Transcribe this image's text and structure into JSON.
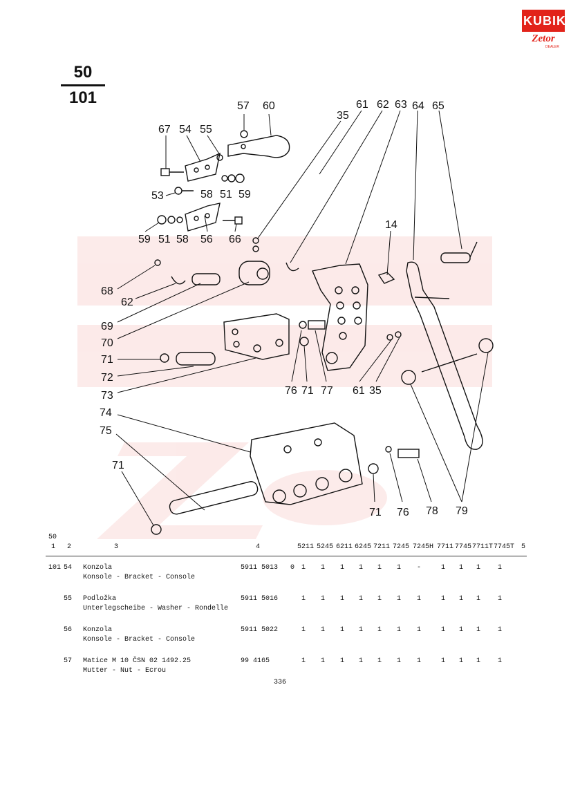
{
  "brand": {
    "logo_word": "KUBIK",
    "logo_sub": "Zetor",
    "logo_tag": "DEALER"
  },
  "section": {
    "group": "50",
    "figure": "101"
  },
  "callouts": [
    {
      "id": "c57",
      "label": "57"
    },
    {
      "id": "c60",
      "label": "60"
    },
    {
      "id": "c61a",
      "label": "61"
    },
    {
      "id": "c62a",
      "label": "62"
    },
    {
      "id": "c63",
      "label": "63"
    },
    {
      "id": "c64",
      "label": "64"
    },
    {
      "id": "c65",
      "label": "65"
    },
    {
      "id": "c35a",
      "label": "35"
    },
    {
      "id": "c67",
      "label": "67"
    },
    {
      "id": "c54",
      "label": "54"
    },
    {
      "id": "c55",
      "label": "55"
    },
    {
      "id": "c53",
      "label": "53"
    },
    {
      "id": "c58a",
      "label": "58"
    },
    {
      "id": "c51a",
      "label": "51"
    },
    {
      "id": "c59a",
      "label": "59"
    },
    {
      "id": "c59b",
      "label": "59"
    },
    {
      "id": "c51b",
      "label": "51"
    },
    {
      "id": "c58b",
      "label": "58"
    },
    {
      "id": "c56",
      "label": "56"
    },
    {
      "id": "c66",
      "label": "66"
    },
    {
      "id": "c14",
      "label": "14"
    },
    {
      "id": "c68",
      "label": "68"
    },
    {
      "id": "c62b",
      "label": "62"
    },
    {
      "id": "c69",
      "label": "69"
    },
    {
      "id": "c70",
      "label": "70"
    },
    {
      "id": "c71a",
      "label": "71"
    },
    {
      "id": "c72",
      "label": "72"
    },
    {
      "id": "c73",
      "label": "73"
    },
    {
      "id": "c76a",
      "label": "76"
    },
    {
      "id": "c71b",
      "label": "71"
    },
    {
      "id": "c77",
      "label": "77"
    },
    {
      "id": "c61b",
      "label": "61"
    },
    {
      "id": "c35b",
      "label": "35"
    },
    {
      "id": "c74",
      "label": "74"
    },
    {
      "id": "c75",
      "label": "75"
    },
    {
      "id": "c71c",
      "label": "71"
    },
    {
      "id": "c71d",
      "label": "71"
    },
    {
      "id": "c76b",
      "label": "76"
    },
    {
      "id": "c78",
      "label": "78"
    },
    {
      "id": "c79",
      "label": "79"
    }
  ],
  "table": {
    "group_label": "50",
    "col_headers": {
      "c1": "1",
      "c2": "2",
      "c3": "3",
      "c4": "4",
      "last": "5"
    },
    "models": [
      "5211",
      "5245",
      "6211",
      "6245",
      "7211",
      "7245",
      "7245H",
      "7711",
      "7745",
      "7711T",
      "7745T"
    ],
    "rows": [
      {
        "fig": "101",
        "pos": "54",
        "name": "Konzola",
        "desc": "Konsole - Bracket - Console",
        "part": "5911 5013",
        "extra": "0",
        "qty": [
          "1",
          "1",
          "1",
          "1",
          "1",
          "1",
          "-",
          "1",
          "1",
          "1",
          "1"
        ]
      },
      {
        "fig": "",
        "pos": "55",
        "name": "Podložka",
        "desc": "Unterlegscheibe - Washer - Rondelle",
        "part": "5911 5016",
        "extra": "",
        "qty": [
          "1",
          "1",
          "1",
          "1",
          "1",
          "1",
          "1",
          "1",
          "1",
          "1",
          "1"
        ]
      },
      {
        "fig": "",
        "pos": "56",
        "name": "Konzola",
        "desc": "Konsole - Bracket - Console",
        "part": "5911 5022",
        "extra": "",
        "qty": [
          "1",
          "1",
          "1",
          "1",
          "1",
          "1",
          "1",
          "1",
          "1",
          "1",
          "1"
        ]
      },
      {
        "fig": "",
        "pos": "57",
        "name": "Matice M 10 ČSN 02 1492.25",
        "desc": "Mutter - Nut - Ecrou",
        "part": "99 4165",
        "extra": "",
        "qty": [
          "1",
          "1",
          "1",
          "1",
          "1",
          "1",
          "1",
          "1",
          "1",
          "1",
          "1"
        ]
      }
    ]
  },
  "page_number": "336",
  "colors": {
    "accent": "#e2231a",
    "ink": "#111111"
  }
}
